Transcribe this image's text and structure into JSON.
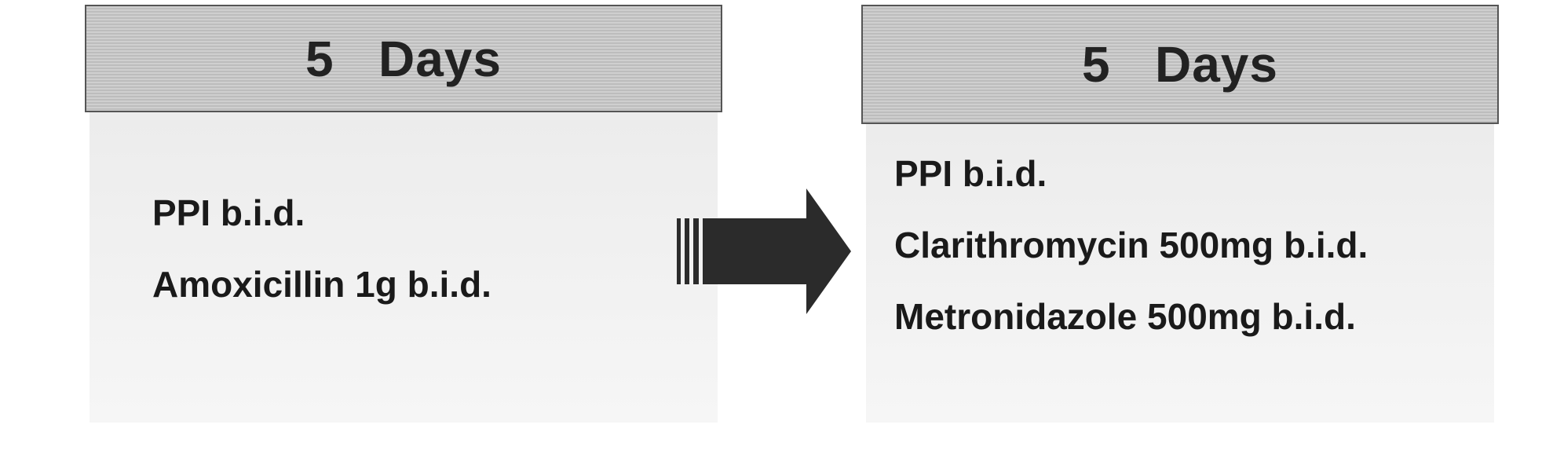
{
  "phases": [
    {
      "title": "5   Days",
      "items": [
        "PPI b.i.d.",
        "Amoxicillin 1g b.i.d."
      ]
    },
    {
      "title": "5   Days",
      "items": [
        "PPI b.i.d.",
        "Clarithromycin 500mg b.i.d.",
        "Metronidazole 500mg b.i.d."
      ]
    }
  ],
  "colors": {
    "header_fill": "#c7c7c7",
    "header_border": "#555555",
    "body_fill": "#efefef",
    "text": "#1a1a1a",
    "arrow": "#2b2b2b"
  }
}
